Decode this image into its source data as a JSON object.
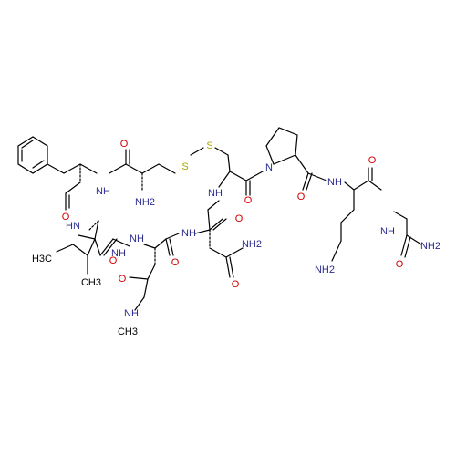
{
  "molecule": {
    "colors": {
      "bond": "#000000",
      "nitrogen": "#2b2b8f",
      "oxygen": "#d40000",
      "sulfur": "#a8a800"
    },
    "labels": {
      "S1": "S",
      "S2": "S",
      "NH_cys": "NH",
      "NH2_cys": "NH2",
      "NH_phe": "HN",
      "NH_ile": "NH",
      "NH_gln": "NH",
      "NH_asn": "NH",
      "NH_cys2": "NH",
      "N_pro": "N",
      "NH_dab": "NH",
      "NH_gly": "NH",
      "NH2_asn": "NH2",
      "NH2_dab": "NH2",
      "NH2_gly": "NH2",
      "NH_me": "NH",
      "O1": "O",
      "O2": "O",
      "O3": "O",
      "O4": "O",
      "O5": "O",
      "O6": "O",
      "O7": "O",
      "O8": "O",
      "O9": "O",
      "O10": "O",
      "O11": "O",
      "CH3_me": "CH3",
      "CH3_ile_a": "H3C",
      "CH3_ile_b": "CH3"
    }
  }
}
